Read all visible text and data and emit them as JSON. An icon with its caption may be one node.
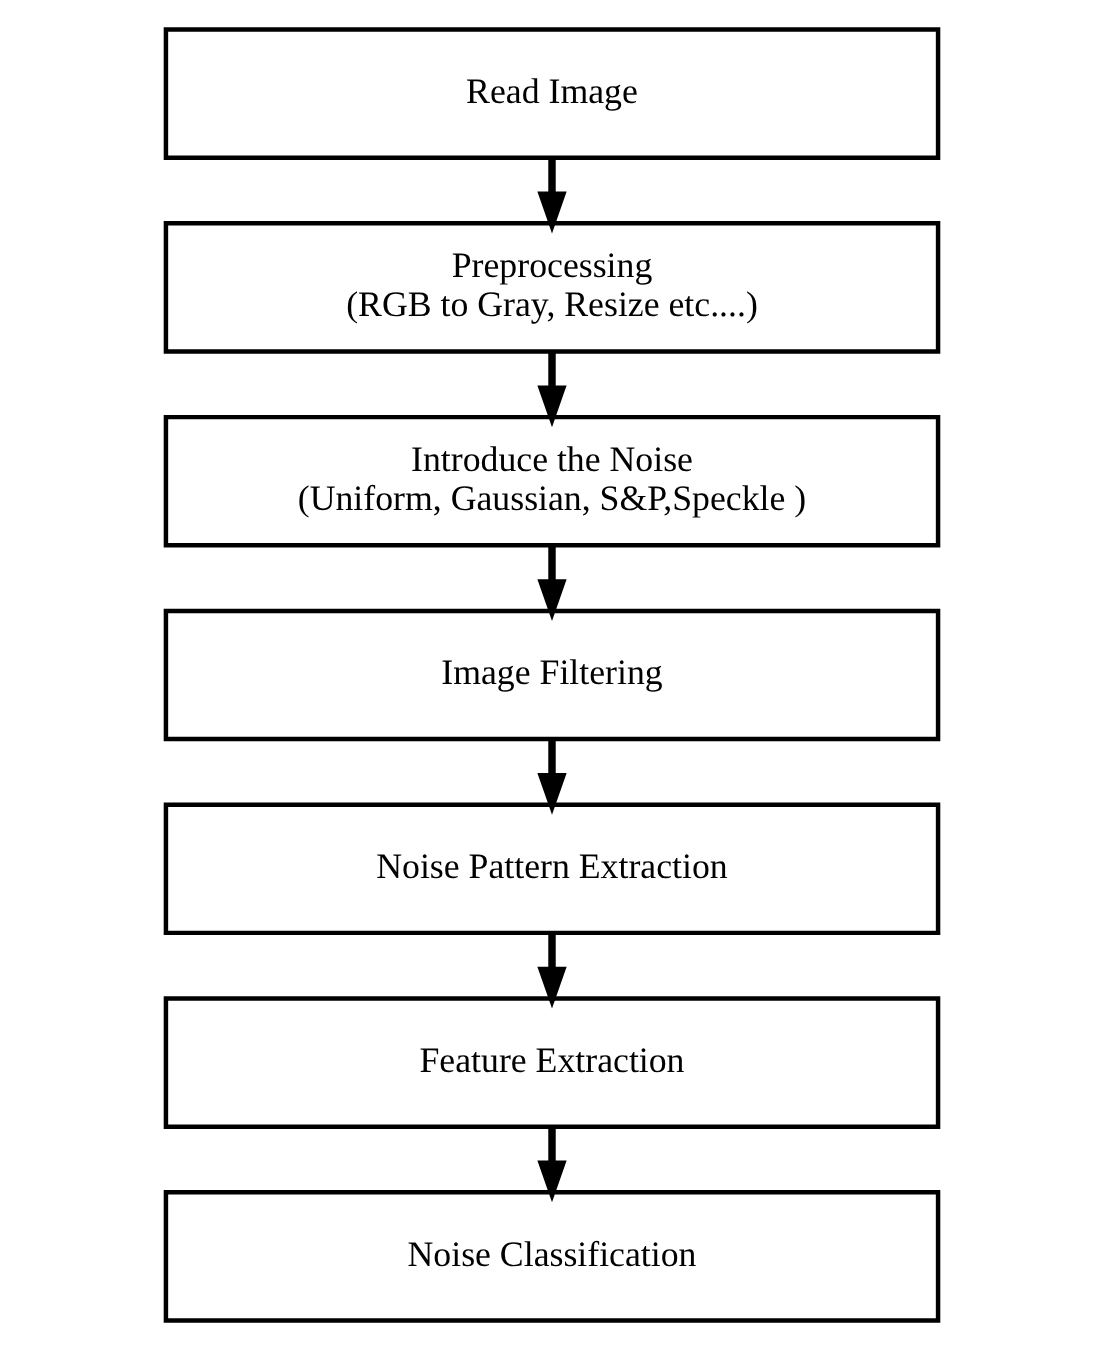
{
  "diagram": {
    "nodes": [
      {
        "text": [
          "Read Image"
        ]
      },
      {
        "text": [
          "Preprocessing",
          "(RGB to Gray, Resize etc....)"
        ]
      },
      {
        "text": [
          "Introduce the Noise",
          "(Uniform, Gaussian, S&P,Speckle )"
        ]
      },
      {
        "text": [
          "Image Filtering"
        ]
      },
      {
        "text": [
          "Noise Pattern Extraction"
        ]
      },
      {
        "text": [
          "Feature Extraction"
        ]
      },
      {
        "text": [
          "Noise Classification"
        ]
      }
    ],
    "edges": [
      {
        "from": 0,
        "to": 1,
        "arrow": "to"
      },
      {
        "from": 1,
        "to": 2,
        "arrow": "to"
      },
      {
        "from": 2,
        "to": 3,
        "arrow": "to"
      },
      {
        "from": 3,
        "to": 4,
        "arrow": "to"
      },
      {
        "from": 4,
        "to": 5,
        "arrow": "to"
      },
      {
        "from": 5,
        "to": 6,
        "arrow": "to"
      }
    ]
  }
}
